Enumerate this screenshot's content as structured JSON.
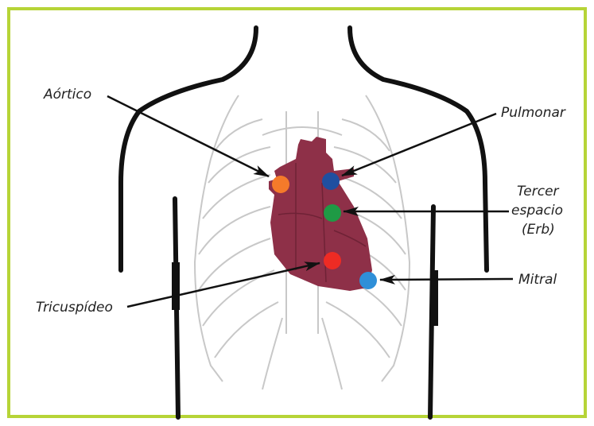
{
  "colors": {
    "frame": "#b6d437",
    "heart": "#8e3048",
    "aortic": "#f57a2a",
    "pulmonary": "#1f4fa0",
    "erb": "#1f9a45",
    "tricuspid": "#ee2b24",
    "mitral": "#2f8fd8"
  },
  "labels": {
    "aortic": "Aórtico",
    "pulmonary": "Pulmonar",
    "erb_line1": "Tercer",
    "erb_line2": "espacio",
    "erb_line3": "(Erb)",
    "mitral": "Mitral",
    "tricuspid": "Tricuspídeo"
  }
}
